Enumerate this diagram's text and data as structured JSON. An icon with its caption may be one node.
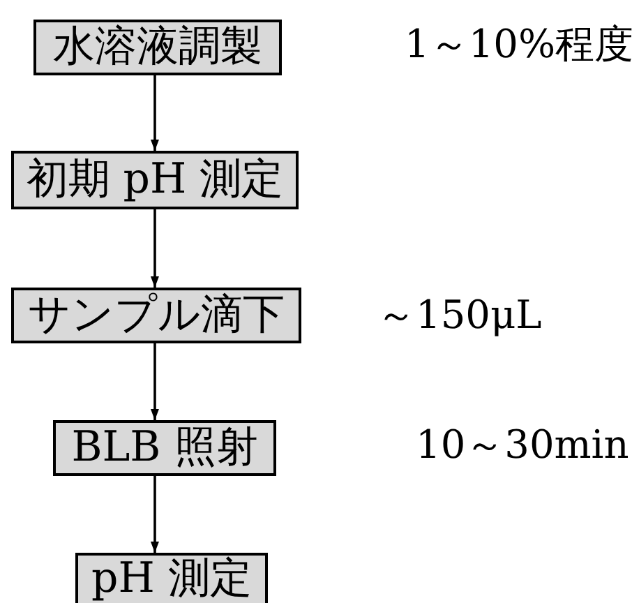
{
  "diagram": {
    "nodes": [
      {
        "text": [
          "水溶液調製"
        ],
        "beside": [
          "1～10%程度"
        ]
      },
      {
        "text": [
          "初期 pH 測定"
        ]
      },
      {
        "text": [
          "サンプル滴下"
        ],
        "beside": [
          "～150μL"
        ]
      },
      {
        "text": [
          "BLB 照射"
        ],
        "beside": [
          "10～30min"
        ]
      },
      {
        "text": [
          "pH 測定"
        ]
      }
    ],
    "edges": [
      {
        "from": 0,
        "to": 1,
        "arrow": "to"
      },
      {
        "from": 1,
        "to": 2,
        "arrow": "to"
      },
      {
        "from": 2,
        "to": 3,
        "arrow": "to"
      },
      {
        "from": 3,
        "to": 4,
        "arrow": "to"
      }
    ]
  }
}
